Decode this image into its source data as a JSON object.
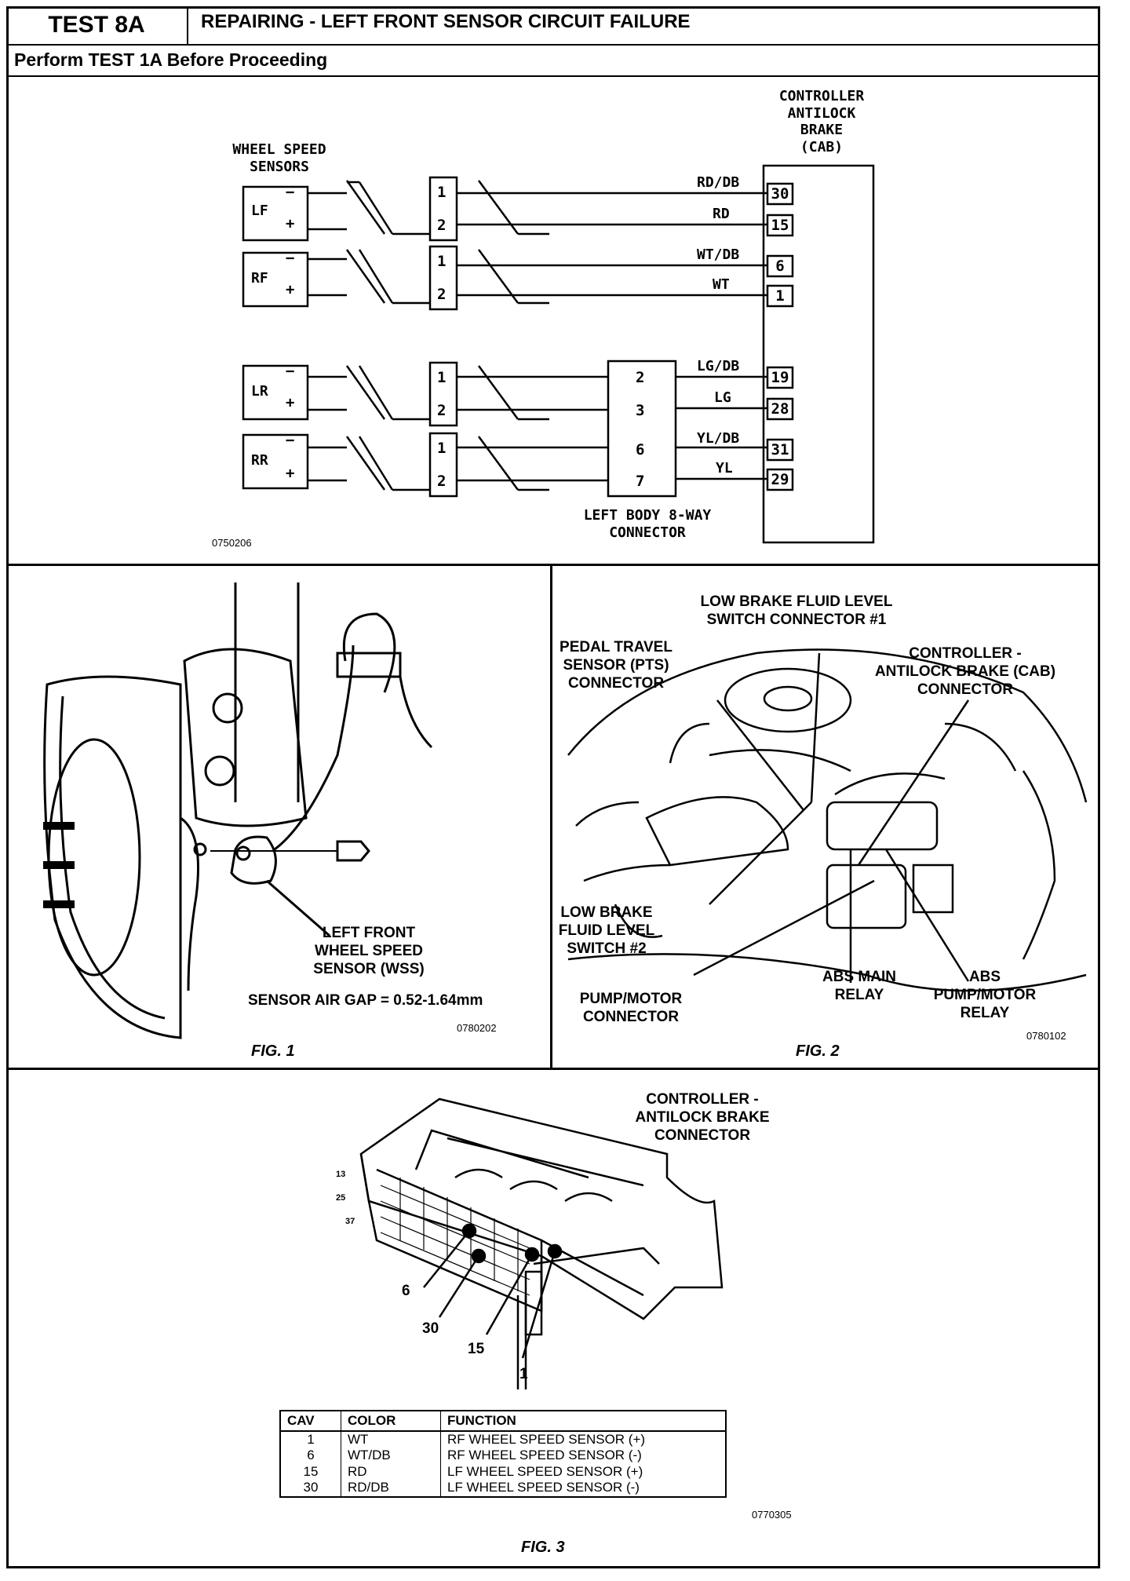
{
  "header": {
    "test_id": "TEST 8A",
    "title": "REPAIRING - LEFT FRONT SENSOR CIRCUIT FAILURE"
  },
  "subheader": "Perform TEST 1A Before Proceeding",
  "schematic": {
    "cab_label": [
      "CONTROLLER",
      "ANTILOCK",
      "BRAKE",
      "(CAB)"
    ],
    "wss_label": [
      "WHEEL SPEED",
      "SENSORS"
    ],
    "sensors": [
      "LF",
      "RF",
      "LR",
      "RR"
    ],
    "connector_pins": [
      "1",
      "2"
    ],
    "body_connector_pins": [
      "2",
      "3",
      "6",
      "7"
    ],
    "body_connector_label": [
      "LEFT BODY 8-WAY",
      "CONNECTOR"
    ],
    "wires": [
      {
        "color": "RD/DB",
        "cav": "30"
      },
      {
        "color": "RD",
        "cav": "15"
      },
      {
        "color": "WT/DB",
        "cav": "6"
      },
      {
        "color": "WT",
        "cav": "1"
      },
      {
        "color": "LG/DB",
        "cav": "19"
      },
      {
        "color": "LG",
        "cav": "28"
      },
      {
        "color": "YL/DB",
        "cav": "31"
      },
      {
        "color": "YL",
        "cav": "29"
      }
    ],
    "code": "0750206"
  },
  "fig1": {
    "label": [
      "LEFT FRONT",
      "WHEEL SPEED",
      "SENSOR (WSS)"
    ],
    "airgap": "SENSOR AIR GAP = 0.52-1.64mm",
    "code": "0780202",
    "caption": "FIG. 1"
  },
  "fig2": {
    "labels": {
      "lbfl1": [
        "LOW BRAKE FLUID LEVEL",
        "SWITCH CONNECTOR #1"
      ],
      "pts": [
        "PEDAL TRAVEL",
        "SENSOR (PTS)",
        "CONNECTOR"
      ],
      "cab": [
        "CONTROLLER -",
        "ANTILOCK BRAKE (CAB)",
        "CONNECTOR"
      ],
      "lbfl2": [
        "LOW BRAKE",
        "FLUID LEVEL",
        "SWITCH #2"
      ],
      "pump": [
        "PUMP/MOTOR",
        "CONNECTOR"
      ],
      "absmain": [
        "ABS MAIN",
        "RELAY"
      ],
      "abspump": [
        "ABS",
        "PUMP/MOTOR",
        "RELAY"
      ]
    },
    "code": "0780102",
    "caption": "FIG. 2"
  },
  "fig3": {
    "label": [
      "CONTROLLER -",
      "ANTILOCK BRAKE",
      "CONNECTOR"
    ],
    "side_numbers": [
      "13",
      "25",
      "37"
    ],
    "callouts": [
      "6",
      "30",
      "15",
      "1"
    ],
    "table": {
      "headers": [
        "CAV",
        "COLOR",
        "FUNCTION"
      ],
      "rows": [
        [
          "1",
          "WT",
          "RF WHEEL SPEED SENSOR (+)"
        ],
        [
          "6",
          "WT/DB",
          "RF WHEEL SPEED SENSOR (-)"
        ],
        [
          "15",
          "RD",
          "LF WHEEL SPEED SENSOR (+)"
        ],
        [
          "30",
          "RD/DB",
          "LF WHEEL SPEED SENSOR (-)"
        ]
      ]
    },
    "code": "0770305",
    "caption": "FIG. 3"
  }
}
